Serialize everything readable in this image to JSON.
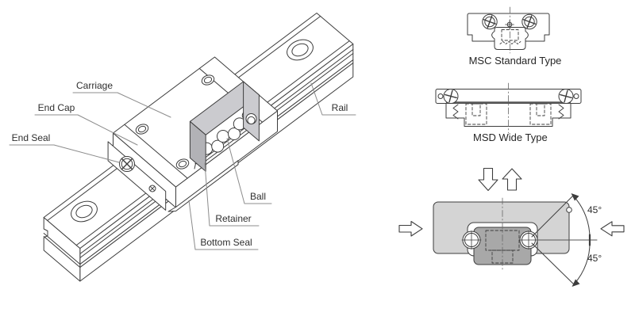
{
  "diagram": {
    "iso": {
      "carriage": "Carriage",
      "end_cap": "End Cap",
      "end_seal": "End Seal",
      "rail": "Rail",
      "ball": "Ball",
      "retainer": "Retainer",
      "bottom_seal": "Bottom Seal"
    },
    "sections": {
      "msc": "MSC Standard Type",
      "msd": "MSD Wide Type"
    },
    "load": {
      "angle_upper": "45°",
      "angle_lower": "45°"
    },
    "colors": {
      "line": "#3d3d3d",
      "leader": "#8c8c8c",
      "text": "#2e2e2e",
      "cutaway_light": "#cbcbcf",
      "cutaway_dark": "#b2b2b6",
      "block_gray": "#d4d4d4",
      "rail_gray": "#a8a8a8"
    }
  }
}
